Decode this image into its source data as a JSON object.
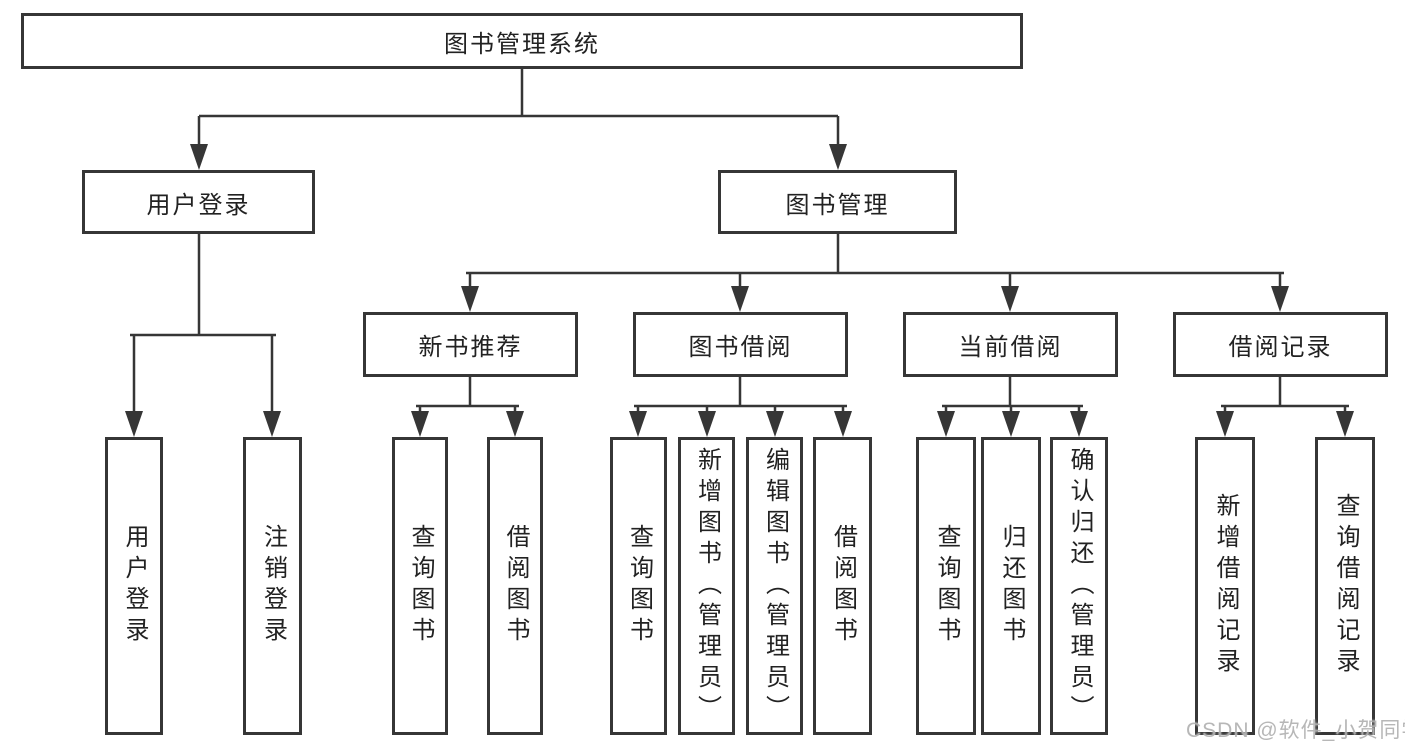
{
  "diagram_title": "图书管理系统",
  "tree": {
    "label": "图书管理系统",
    "children": [
      {
        "label": "用户登录",
        "children": [
          {
            "label": "用户登录"
          },
          {
            "label": "注销登录"
          }
        ]
      },
      {
        "label": "图书管理",
        "children": [
          {
            "label": "新书推荐",
            "children": [
              {
                "label": "查询图书"
              },
              {
                "label": "借阅图书"
              }
            ]
          },
          {
            "label": "图书借阅",
            "children": [
              {
                "label": "查询图书"
              },
              {
                "label": "新增图书（管理员）"
              },
              {
                "label": "编辑图书（管理员）"
              },
              {
                "label": "借阅图书"
              }
            ]
          },
          {
            "label": "当前借阅",
            "children": [
              {
                "label": "查询图书"
              },
              {
                "label": "归还图书"
              },
              {
                "label": "确认归还（管理员）"
              }
            ]
          },
          {
            "label": "借阅记录",
            "children": [
              {
                "label": "新增借阅记录"
              },
              {
                "label": "查询借阅记录"
              }
            ]
          }
        ]
      }
    ]
  },
  "watermark": {
    "text": "CSDN @软件_小贺同学"
  },
  "colors": {
    "line": "#363636",
    "box_border": "#363636",
    "text": "#222222",
    "background": "#ffffff",
    "watermark": "#aaaaaa"
  }
}
